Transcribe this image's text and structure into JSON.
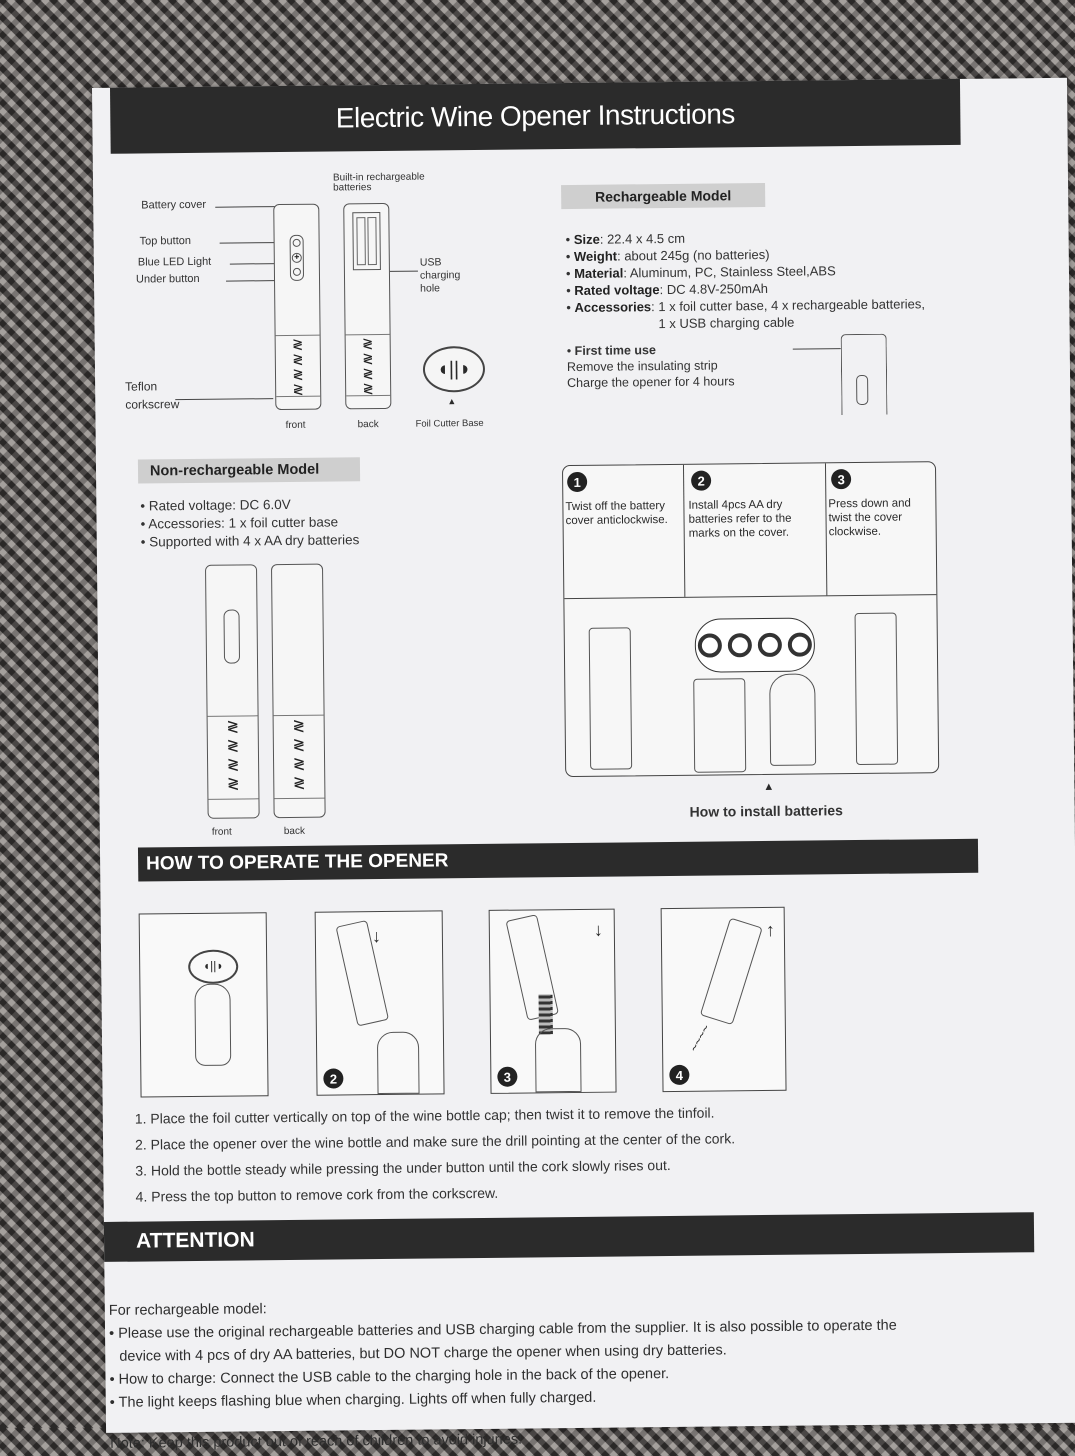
{
  "title": "Electric Wine Opener Instructions",
  "diagram": {
    "battery_cover": "Battery cover",
    "builtin_batteries": "Built-in rechargeable batteries",
    "top_button": "Top  button",
    "blue_led": "Blue LED Light",
    "under_button": "Under button",
    "usb_hole": "USB charging hole",
    "teflon": "Teflon corkscrew",
    "front": "front",
    "back": "back",
    "foil_base": "Foil Cutter Base"
  },
  "rechargeable": {
    "heading": "Rechargeable Model",
    "specs": [
      {
        "k": "Size",
        "v": ": 22.4 x 4.5 cm"
      },
      {
        "k": "Weight",
        "v": ": about 245g (no batteries)"
      },
      {
        "k": "Material",
        "v": ": Aluminum, PC, Stainless Steel,ABS"
      },
      {
        "k": "Rated voltage",
        "v": ": DC 4.8V-250mAh"
      },
      {
        "k": "Accessories",
        "v": ": 1 x foil cutter base, 4 x rechargeable batteries,"
      }
    ],
    "accessories_cont": "1 x USB charging cable",
    "first_use_heading": "First time use",
    "first_use_1": "Remove the insulating strip",
    "first_use_2": "Charge the opener for 4 hours"
  },
  "nonrechargeable": {
    "heading": "Non-rechargeable Model",
    "specs": [
      "Rated voltage: DC 6.0V",
      "Accessories: 1 x foil cutter base",
      "Supported with 4 x AA dry batteries"
    ],
    "front": "front",
    "back": "back"
  },
  "install": {
    "steps": [
      {
        "num": "1",
        "text": "Twist off the battery cover anticlockwise."
      },
      {
        "num": "2",
        "text": "Install 4pcs AA dry batteries refer to the marks on the cover."
      },
      {
        "num": "3",
        "text": "Press down and twist the cover clockwise."
      }
    ],
    "caption": "How to install batteries"
  },
  "operate": {
    "heading": "HOW TO OPERATE THE OPENER",
    "panel_nums": [
      "2",
      "3",
      "4"
    ],
    "steps": [
      "1. Place the foil cutter vertically on top of the wine bottle cap; then twist it to remove the tinfoil.",
      "2. Place the opener over the wine bottle and make sure the drill pointing at the center of the cork.",
      "3. Hold the bottle steady while pressing the under button until the cork slowly rises out.",
      "4. Press the top button to remove cork from the corkscrew."
    ]
  },
  "attention": {
    "heading": "ATTENTION",
    "sub": "For rechargeable model:",
    "lines": [
      "• Please use the original rechargeable batteries and USB charging cable from the supplier. It is also possible to operate the",
      "device with 4 pcs of dry AA batteries, but DO NOT charge the opener when using dry batteries.",
      "• How to charge: Connect the USB cable to the charging hole in the back of the opener.",
      "• The light keeps flashing blue when charging. Lights off when fully charged."
    ],
    "note": "Note: Keep this product out of reach of children to avoid injuries!"
  }
}
